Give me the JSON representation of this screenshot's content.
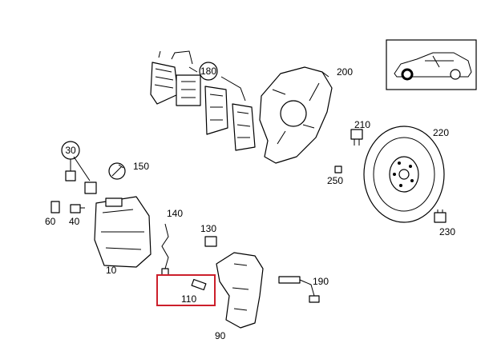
{
  "colors": {
    "highlight": "#cc1f2b",
    "ink": "#000000",
    "background": "#ffffff"
  },
  "locator": {
    "icon": "car-side-silhouette-front-wheel-marked"
  },
  "callouts": {
    "c180": "180",
    "c200": "200",
    "c210": "210",
    "c220": "220",
    "c250": "250",
    "c230": "230",
    "c30": "30",
    "c150": "150",
    "c60": "60",
    "c40": "40",
    "c140": "140",
    "c130": "130",
    "c10": "10",
    "c190": "190",
    "c110": "110",
    "c90": "90"
  },
  "highlighted_part": "110"
}
